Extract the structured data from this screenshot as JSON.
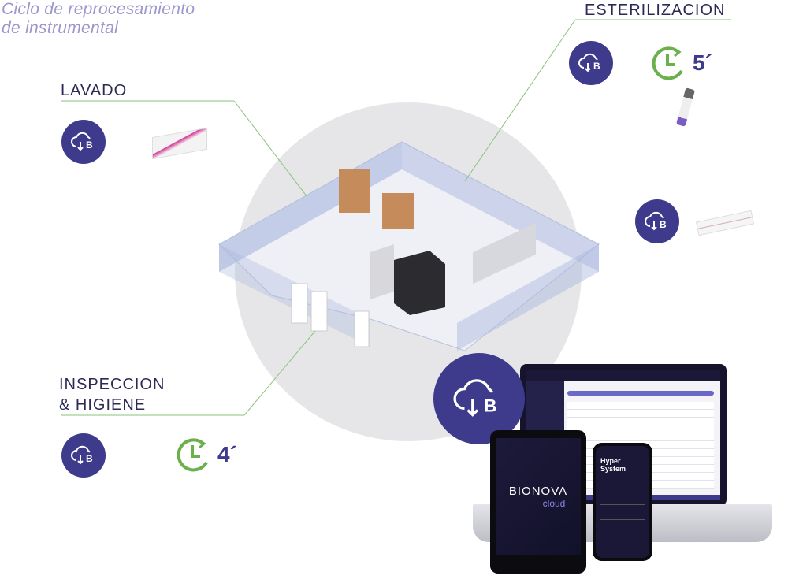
{
  "title": {
    "line1": "Ciclo de reprocesamiento",
    "line2": "de instrumental"
  },
  "stages": {
    "lavado": {
      "label": "LAVADO"
    },
    "esterilizacion": {
      "label": "ESTERILIZACION",
      "time": "5´"
    },
    "inspeccion": {
      "label_line1": "INSPECCION",
      "label_line2": "& HIGIENE",
      "time": "4´"
    }
  },
  "devices": {
    "brand": "BIONOVA",
    "brand_sub": "cloud",
    "phone_title_1": "Hyper",
    "phone_title_2": "System"
  },
  "colors": {
    "primary": "#3e3a8c",
    "accent": "#6ab04c",
    "line": "#8bc27a",
    "title": "#9b97cc"
  }
}
